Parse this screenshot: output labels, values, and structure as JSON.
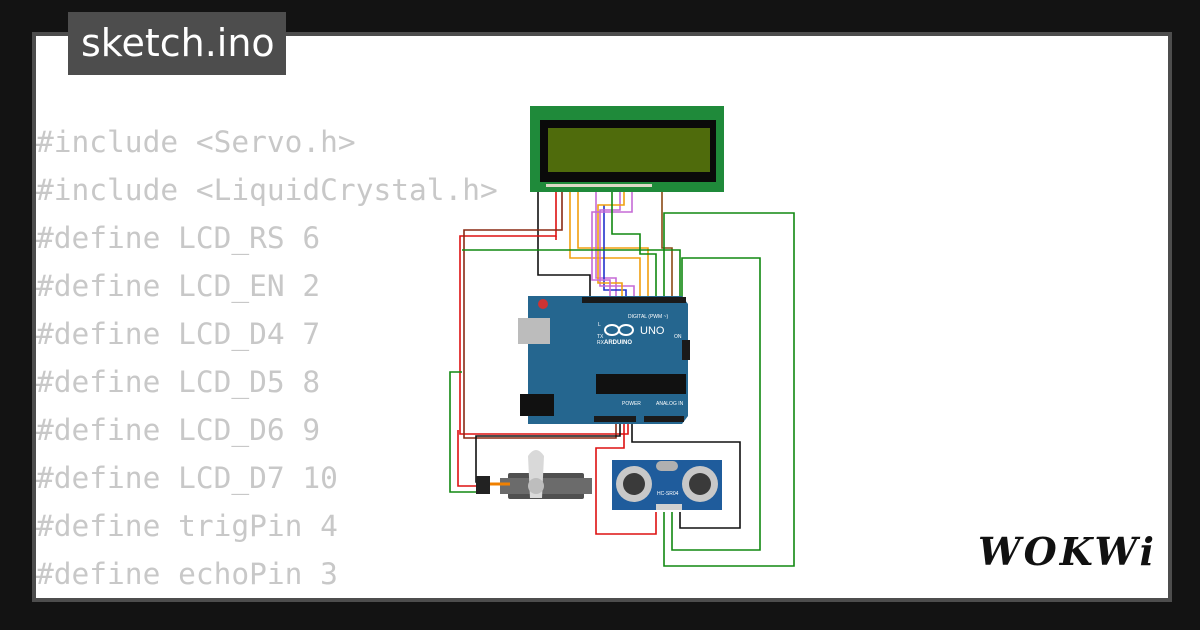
{
  "tab": {
    "title": "sketch.ino"
  },
  "code_lines": [
    "#include <Servo.h>",
    "#include <LiquidCrystal.h>",
    "#define LCD_RS 6",
    "#define LCD_EN 2",
    "#define LCD_D4 7",
    "#define LCD_D5 8",
    "#define LCD_D6 9",
    "#define LCD_D7 10",
    "#define trigPin 4",
    "#define echoPin 3"
  ],
  "arduino": {
    "logo": "ARDUINO",
    "model": "UNO",
    "digital_label": "DIGITAL (PWM ~)",
    "power_label": "POWER",
    "analog_label": "ANALOG IN",
    "on_label": "ON",
    "tx_label": "TX",
    "rx_label": "RX",
    "l_label": "L"
  },
  "sensor": {
    "label": "HC-SR04"
  },
  "brand": {
    "name": "WOKWi"
  },
  "colors": {
    "background": "#131313",
    "card": "#ffffff",
    "tab": "#4d4d4d",
    "code_text": "#c8c8c8",
    "board": "#25668f",
    "lcd_pcb": "#1f8a3a",
    "lcd_screen": "#4f6b0c",
    "sensor_pcb": "#1f5c9c"
  }
}
